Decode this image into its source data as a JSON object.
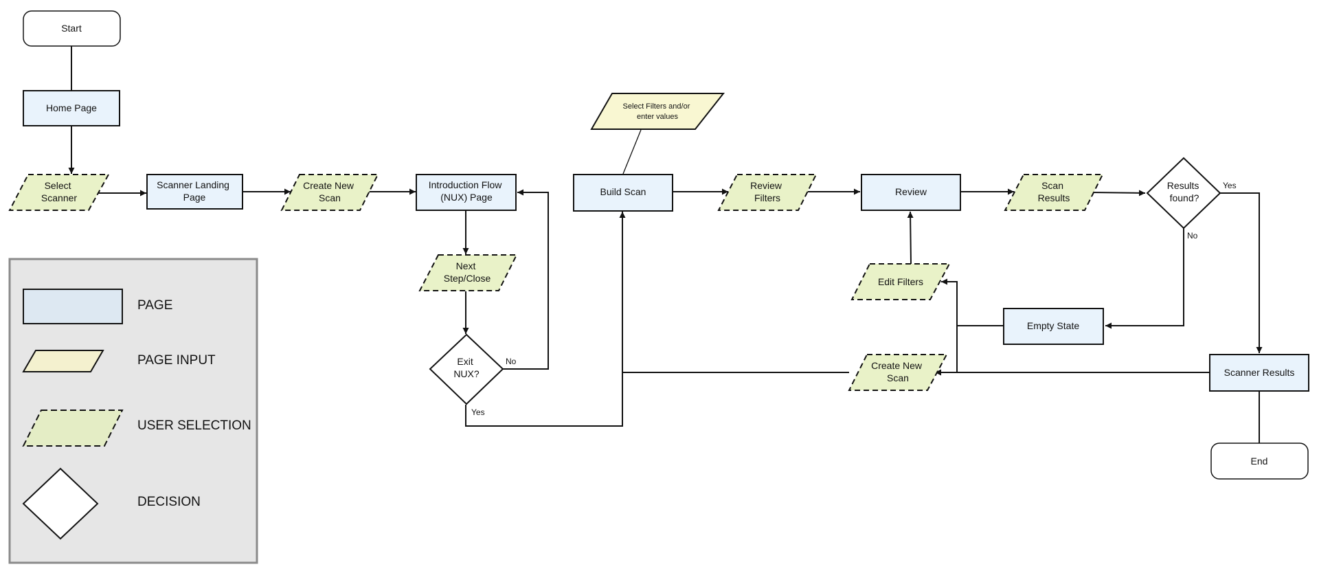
{
  "nodes": {
    "start": "Start",
    "home_page": "Home Page",
    "select_scanner": [
      "Select",
      "Scanner"
    ],
    "scanner_landing": [
      "Scanner Landing",
      "Page"
    ],
    "create_new_scan_top": [
      "Create New",
      "Scan"
    ],
    "intro_flow": [
      "Introduction Flow",
      "(NUX) Page"
    ],
    "next_step": [
      "Next",
      "Step/Close"
    ],
    "exit_nux": [
      "Exit",
      "NUX?"
    ],
    "build_scan": "Build Scan",
    "select_filters_note": [
      "Select Filters and/or",
      "enter values"
    ],
    "review_filters": [
      "Review",
      "Filters"
    ],
    "review": "Review",
    "scan_results": [
      "Scan",
      "Results"
    ],
    "results_found": [
      "Results",
      "found?"
    ],
    "edit_filters": "Edit Filters",
    "empty_state": "Empty State",
    "create_new_scan_bottom": [
      "Create New",
      "Scan"
    ],
    "scanner_results": "Scanner Results",
    "end": "End"
  },
  "edge_labels": {
    "exit_no": "No",
    "exit_yes": "Yes",
    "results_yes": "Yes",
    "results_no": "No"
  },
  "legend": {
    "page": "PAGE",
    "page_input": "PAGE INPUT",
    "user_selection": "USER SELECTION",
    "decision": "DECISION"
  },
  "colors": {
    "page_fill": "#e9f3fc",
    "page_input_fill": "#f9f7d2",
    "user_selection_fill": "#e9f2c8",
    "decision_fill": "#ffffff",
    "legend_bg": "#e6e6e6",
    "legend_border": "#8a8a8a",
    "stroke": "#111111"
  }
}
